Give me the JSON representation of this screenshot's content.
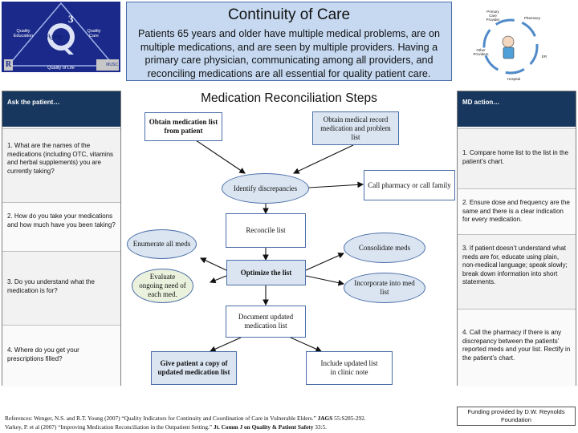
{
  "logo": {
    "quality_education": "Quality Education",
    "quality_care": "Quality Care",
    "number": "3",
    "letter": "Q",
    "aging": "Aging",
    "quality_of_life": "Quality of Life",
    "left_badge": "R",
    "right_badge": "MUSC",
    "background": "#1b2a8a"
  },
  "header": {
    "title": "Continuity of Care",
    "intro": "Patients 65 years and older have multiple medical problems, are on multiple medications,  and are seen by multiple providers.  Having a primary care physician, communicating among all providers, and reconciling medications are all essential for quality patient care.",
    "background": "#c6d9f1"
  },
  "care_circle": {
    "labels": [
      "Primary Care Provider",
      "Pharmacy",
      "Other Providers",
      "ER",
      "Hospital"
    ]
  },
  "left_panel": {
    "header": "Ask the patient…",
    "items": [
      "1.  What are the names of the medications (including OTC, vitamins and herbal supplements) you are currently taking?",
      "2.  How do you take your medications and how much have you been taking?",
      "3.  Do you understand what the medication is for?",
      "4.  Where do you get your prescriptions filled?"
    ]
  },
  "right_panel": {
    "header": "MD action…",
    "items": [
      "1.  Compare home list to the list in the patient’s chart.",
      "2.  Ensure dose and frequency are the same and there is a clear indication for every medication.",
      "3.  If patient doesn’t understand what meds are for, educate using plain, non-medical language; speak slowly; break down information into short statements.",
      "4.  Call the pharmacy if there is any discrepancy between the patients’ reported meds and your list.  Rectify in the patient’s chart."
    ]
  },
  "flow": {
    "title": "Medication Reconciliation Steps",
    "obtain_patient": "Obtain medication list from patient",
    "obtain_record": "Obtain medical record medication and problem list",
    "identify": "Identify discrepancies",
    "call_pharmacy": "Call pharmacy or call family",
    "reconcile": "Reconcile list",
    "enumerate": "Enumerate all meds",
    "consolidate": "Consolidate meds",
    "optimize": "Optimize the list",
    "evaluate": "Evaluate ongoing need of each med.",
    "incorporate": "Incorporate into med list",
    "document": "Document updated medication list",
    "give_copy": "Give patient a copy of updated medication list",
    "include_note": "Include updated list  in clinic note"
  },
  "funding": "Funding provided by D.W. Reynolds Foundation",
  "references": {
    "ref1_text": "References:  Wenger, N.S. and R.T. Young (2007) “Quality Indicators for Continuity and  Coordination of Care in Vulnerable Elders.” ",
    "ref1_journal": "JAGS",
    "ref1_pages": " 55:S285-292.",
    "ref2_text": "Varkey, P. et al (2007) “Improving Medication Reconciliation in the Outpatient Setting.”  ",
    "ref2_journal": "Jt. Comm J on Quality & Patient Safety",
    "ref2_pages": " 33:5."
  }
}
